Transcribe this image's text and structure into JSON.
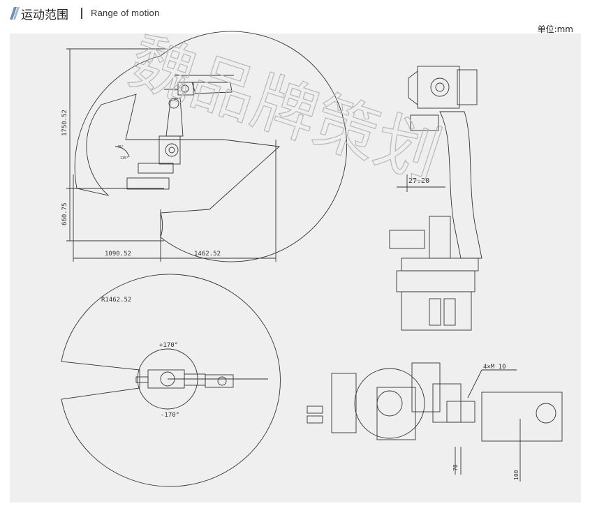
{
  "header": {
    "title_cn": "运动范围",
    "title_en": "Range of motion",
    "unit": "单位:mm"
  },
  "side_view": {
    "height_upper": "1750.52",
    "height_lower": "660.75",
    "width_left": "1090.52",
    "width_right": "1462.52",
    "angle_small": "45°",
    "angle_small2": "135°"
  },
  "top_view": {
    "radius": "R1462.52",
    "angle_pos": "+170°",
    "angle_neg": "-170°"
  },
  "front_view": {
    "offset": "27.20"
  },
  "flange_view": {
    "bolt_note": "4×M 10",
    "dim_a": "70",
    "dim_b": "100"
  },
  "watermark": "魏品牌策划",
  "colors": {
    "line": "#333333",
    "fill": "#efefef",
    "panel": "#efefef",
    "accent": "#6b8fb5"
  }
}
